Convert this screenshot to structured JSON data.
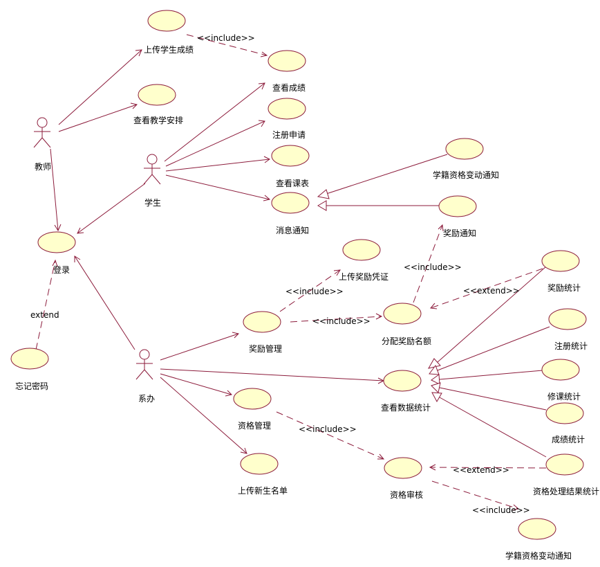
{
  "actors": {
    "teacher": "教师",
    "student": "学生",
    "office": "系办"
  },
  "usecases": {
    "upload_grades": "上传学生成绩",
    "teaching_plan": "查看教学安排",
    "view_grades": "查看成绩",
    "register": "注册申请",
    "timetable": "查看课表",
    "message": "消息通知",
    "status_change_1": "学籍资格变动通知",
    "reward_notice": "奖励通知",
    "login": "登录",
    "forgot_pwd": "忘记密码",
    "upload_reward": "上传奖励凭证",
    "reward_mgmt": "奖励管理",
    "allocate_quota": "分配奖励名额",
    "reward_stats": "奖励统计",
    "register_stats": "注册统计",
    "view_stats": "查看数据统计",
    "course_stats": "修课统计",
    "grade_stats": "成绩统计",
    "qual_mgmt": "资格管理",
    "qual_review": "资格审核",
    "qual_result_stats": "资格处理结果统计",
    "upload_freshmen": "上传新生名单",
    "status_change_2": "学籍资格变动通知"
  },
  "stereotypes": {
    "include": "<<include>>",
    "extend": "<<extend>>",
    "extend_plain": "extend"
  }
}
